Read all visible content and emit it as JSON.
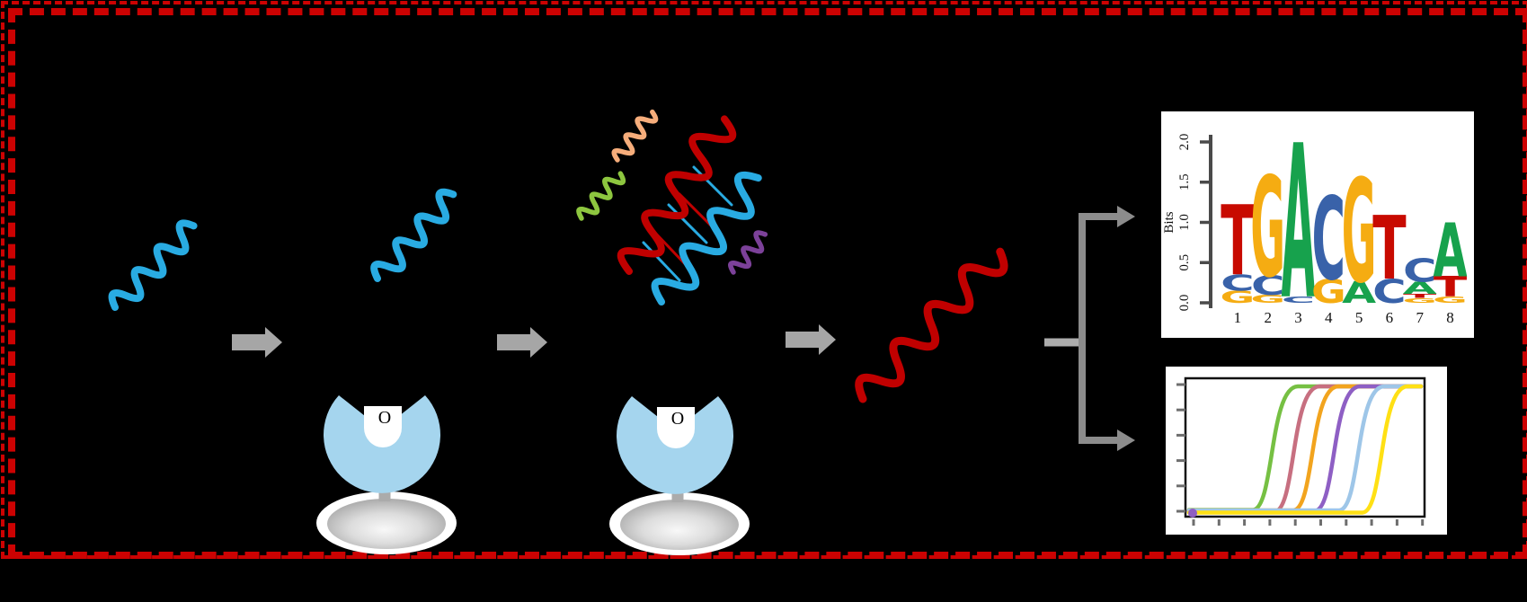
{
  "labels": {
    "binding_site": "O"
  },
  "colors": {
    "background": "#000000",
    "border": "#CC0202",
    "strand_cyan": "#29ABE2",
    "strand_red": "#C00000",
    "fragment_orange": "#F6AD7B",
    "fragment_green": "#8DC63F",
    "fragment_purple": "#7C4199",
    "arrow_gray": "#A6A6A6",
    "fork_gray": "#8C8C8C",
    "stub_gray": "#ACACAC",
    "protein_blue": "#A5D5EE",
    "stem_gray": "#ABABAB"
  },
  "chart_data": [
    {
      "id": "sequence-logo",
      "type": "sequence_logo",
      "title": "",
      "ylabel": "Bits",
      "ylim": [
        0.0,
        2.0
      ],
      "yticks": [
        0.0,
        0.5,
        1.0,
        1.5,
        2.0
      ],
      "xticklabels": [
        "1",
        "2",
        "3",
        "4",
        "5",
        "6",
        "7",
        "8"
      ],
      "consensus": "TGACGTCA",
      "letter_colors": {
        "A": "#17A24D",
        "C": "#3962A9",
        "G": "#F5AC12",
        "T": "#C80A00"
      },
      "positions": [
        {
          "pos": 1,
          "stack": [
            [
              "G",
              0.15
            ],
            [
              "C",
              0.2
            ],
            [
              "T",
              0.87
            ]
          ]
        },
        {
          "pos": 2,
          "stack": [
            [
              "G",
              0.1
            ],
            [
              "C",
              0.24
            ],
            [
              "G",
              1.25
            ]
          ]
        },
        {
          "pos": 3,
          "stack": [
            [
              "C",
              0.08
            ],
            [
              "A",
              1.92
            ]
          ]
        },
        {
          "pos": 4,
          "stack": [
            [
              "G",
              0.3
            ],
            [
              "C",
              1.03
            ]
          ]
        },
        {
          "pos": 5,
          "stack": [
            [
              "A",
              0.27
            ],
            [
              "G",
              1.29
            ]
          ]
        },
        {
          "pos": 6,
          "stack": [
            [
              "C",
              0.3
            ],
            [
              "T",
              0.79
            ]
          ]
        },
        {
          "pos": 7,
          "stack": [
            [
              "G",
              0.06
            ],
            [
              "T",
              0.05
            ],
            [
              "A",
              0.15
            ],
            [
              "C",
              0.29
            ]
          ]
        },
        {
          "pos": 8,
          "stack": [
            [
              "G",
              0.08
            ],
            [
              "T",
              0.25
            ],
            [
              "A",
              0.67
            ]
          ]
        }
      ],
      "legend": "none",
      "grid": false
    },
    {
      "id": "qpcr-amplification",
      "type": "line",
      "title": "",
      "xlabel": "",
      "ylabel": "",
      "tick_labels_visible": false,
      "yticks_count": 6,
      "xticks_count": 10,
      "curve_shape": "sigmoid",
      "start_marker_color": "#8F5FC2",
      "series": [
        {
          "name": "amplification-curve-1",
          "color": "#76C043",
          "midpoint_frac": 0.41
        },
        {
          "name": "amplification-curve-2",
          "color": "#C76F80",
          "midpoint_frac": 0.5
        },
        {
          "name": "amplification-curve-3",
          "color": "#F2A41E",
          "midpoint_frac": 0.58
        },
        {
          "name": "amplification-curve-4",
          "color": "#8E5FC4",
          "midpoint_frac": 0.67
        },
        {
          "name": "amplification-curve-5",
          "color": "#9EC6E8",
          "midpoint_frac": 0.77
        },
        {
          "name": "amplification-curve-6",
          "color": "#FFE014",
          "midpoint_frac": 0.87
        }
      ],
      "legend": "none",
      "grid": false
    }
  ]
}
